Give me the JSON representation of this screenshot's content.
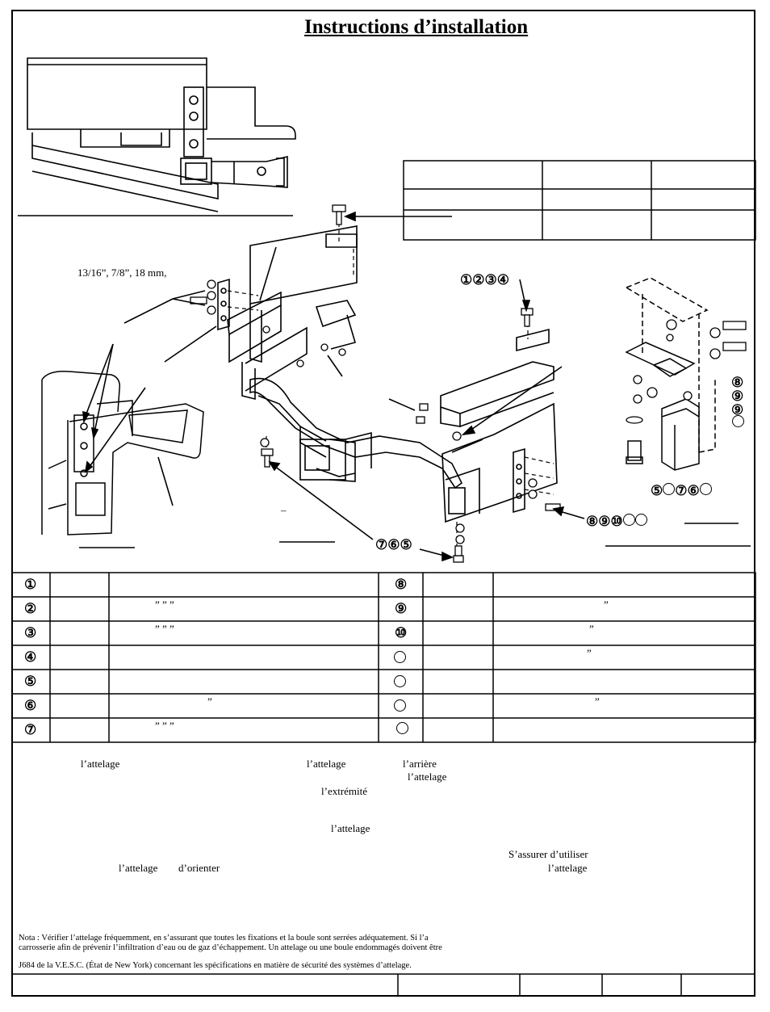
{
  "header": {
    "title": "Instructions d’installation"
  },
  "diagram": {
    "socket_note": "13/16”, 7/8”, 18 mm,",
    "callout_top": "①②③④",
    "callout_left_bottom": "⑦⑥⑤",
    "callout_right": "⑧⑨⑩",
    "callout_inset": "⑤",
    "callout_inset_2": "⑦⑥",
    "inset_stack": [
      "⑧",
      "⑨",
      "⑨"
    ],
    "dash_mark": "–"
  },
  "parts_table": {
    "rows": [
      {
        "left_num": "①",
        "left_desc": "",
        "right_num": "⑧",
        "right_desc": ""
      },
      {
        "left_num": "②",
        "left_desc": "”          ”     ”",
        "right_num": "⑨",
        "right_desc": "”"
      },
      {
        "left_num": "③",
        "left_desc": "”          ”     ”",
        "right_num": "⑩",
        "right_desc": "”"
      },
      {
        "left_num": "④",
        "left_desc": "",
        "right_num": "",
        "right_desc": "”"
      },
      {
        "left_num": "⑤",
        "left_desc": "",
        "right_num": "",
        "right_desc": ""
      },
      {
        "left_num": "⑥",
        "left_desc": "”",
        "right_num": "",
        "right_desc": "”"
      },
      {
        "left_num": "⑦",
        "left_desc": "”          ”     ”",
        "right_num": "",
        "right_desc": ""
      }
    ]
  },
  "instructions": {
    "f1": "l’attelage",
    "f2": "l’attelage",
    "f3": "l’arrière",
    "f4": "l’attelage",
    "f5": "l’extrémité",
    "f6": "l’attelage",
    "f7": "S’assurer d’utiliser",
    "f8": "l’attelage",
    "f9": "d’orienter",
    "f10": "l’attelage"
  },
  "note": {
    "line1": "Nota : Vérifier l’attelage fréquemment, en s’assurant que toutes les fixations et la boule sont serrées adéquatement.  Si l’a",
    "line2": "carrosserie afin de prévenir l’infiltration d’eau ou de gaz d’échappement.  Un attelage ou une boule endommagés doivent être",
    "line3": "J684 de la V.E.S.C. (État de New York) concernant les spécifications en matière de sécurité des systèmes d’attelage."
  }
}
